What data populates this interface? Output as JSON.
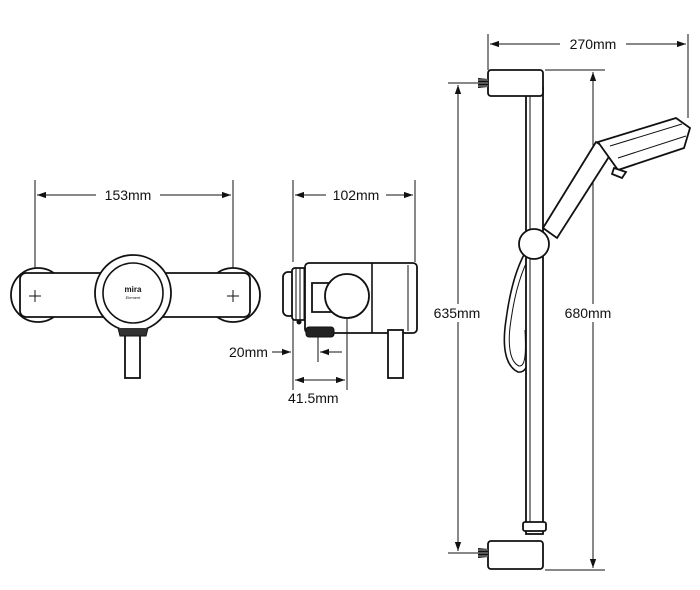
{
  "dimensions": {
    "front_width": "153mm",
    "side_depth": "102mm",
    "outlet_offset": "20mm",
    "inlet_offset": "41.5mm",
    "rail_span": "270mm",
    "bracket_centres": "635mm",
    "rail_height": "680mm"
  },
  "brand": {
    "logo": "mira",
    "model": "Element"
  }
}
